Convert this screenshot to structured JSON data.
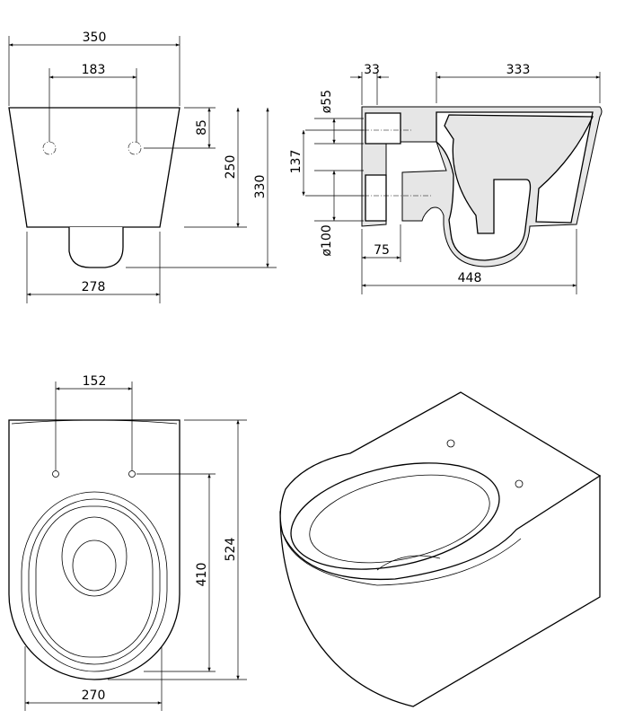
{
  "front_view": {
    "width_top": "350",
    "hole_spacing": "183",
    "hole_height": "85",
    "body_height": "250",
    "total_height": "330",
    "width_bottom": "278"
  },
  "side_view": {
    "rear_offset": "33",
    "bowl_length": "333",
    "inlet_diameter": "ø55",
    "inlet_outlet_spacing": "137",
    "outlet_diameter": "ø100",
    "outlet_offset": "75",
    "total_depth": "448"
  },
  "top_view": {
    "hole_spacing": "152",
    "total_length": "524",
    "hole_to_front": "410",
    "width": "270"
  }
}
